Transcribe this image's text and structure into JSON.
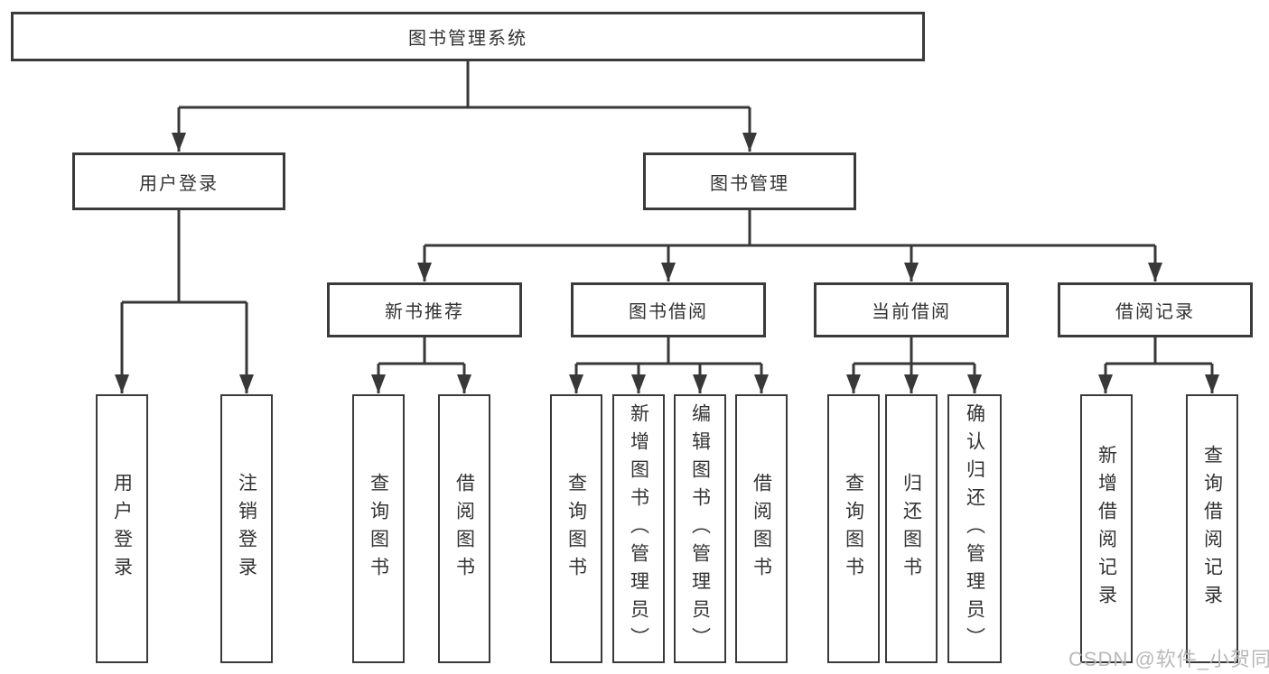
{
  "tree": {
    "label": "图书管理系统",
    "children": [
      {
        "label": "用户登录",
        "children": [
          {
            "label": "用户登录"
          },
          {
            "label": "注销登录"
          }
        ]
      },
      {
        "label": "图书管理",
        "children": [
          {
            "label": "新书推荐",
            "children": [
              {
                "label": "查询图书"
              },
              {
                "label": "借阅图书"
              }
            ]
          },
          {
            "label": "图书借阅",
            "children": [
              {
                "label": "查询图书"
              },
              {
                "label": "新增图书（管理员）"
              },
              {
                "label": "编辑图书（管理员）"
              },
              {
                "label": "借阅图书"
              }
            ]
          },
          {
            "label": "当前借阅",
            "children": [
              {
                "label": "查询图书"
              },
              {
                "label": "归还图书"
              },
              {
                "label": "确认归还（管理员）"
              }
            ]
          },
          {
            "label": "借阅记录",
            "children": [
              {
                "label": "新增借阅记录"
              },
              {
                "label": "查询借阅记录"
              }
            ]
          }
        ]
      }
    ]
  },
  "watermark": {
    "text": "CSDN @软件_小贺同学"
  },
  "colors": {
    "line": "#383838",
    "box_border": "#3a3a3a",
    "text": "#333333",
    "watermark": "#b9b9b9",
    "background": "#ffffff"
  }
}
